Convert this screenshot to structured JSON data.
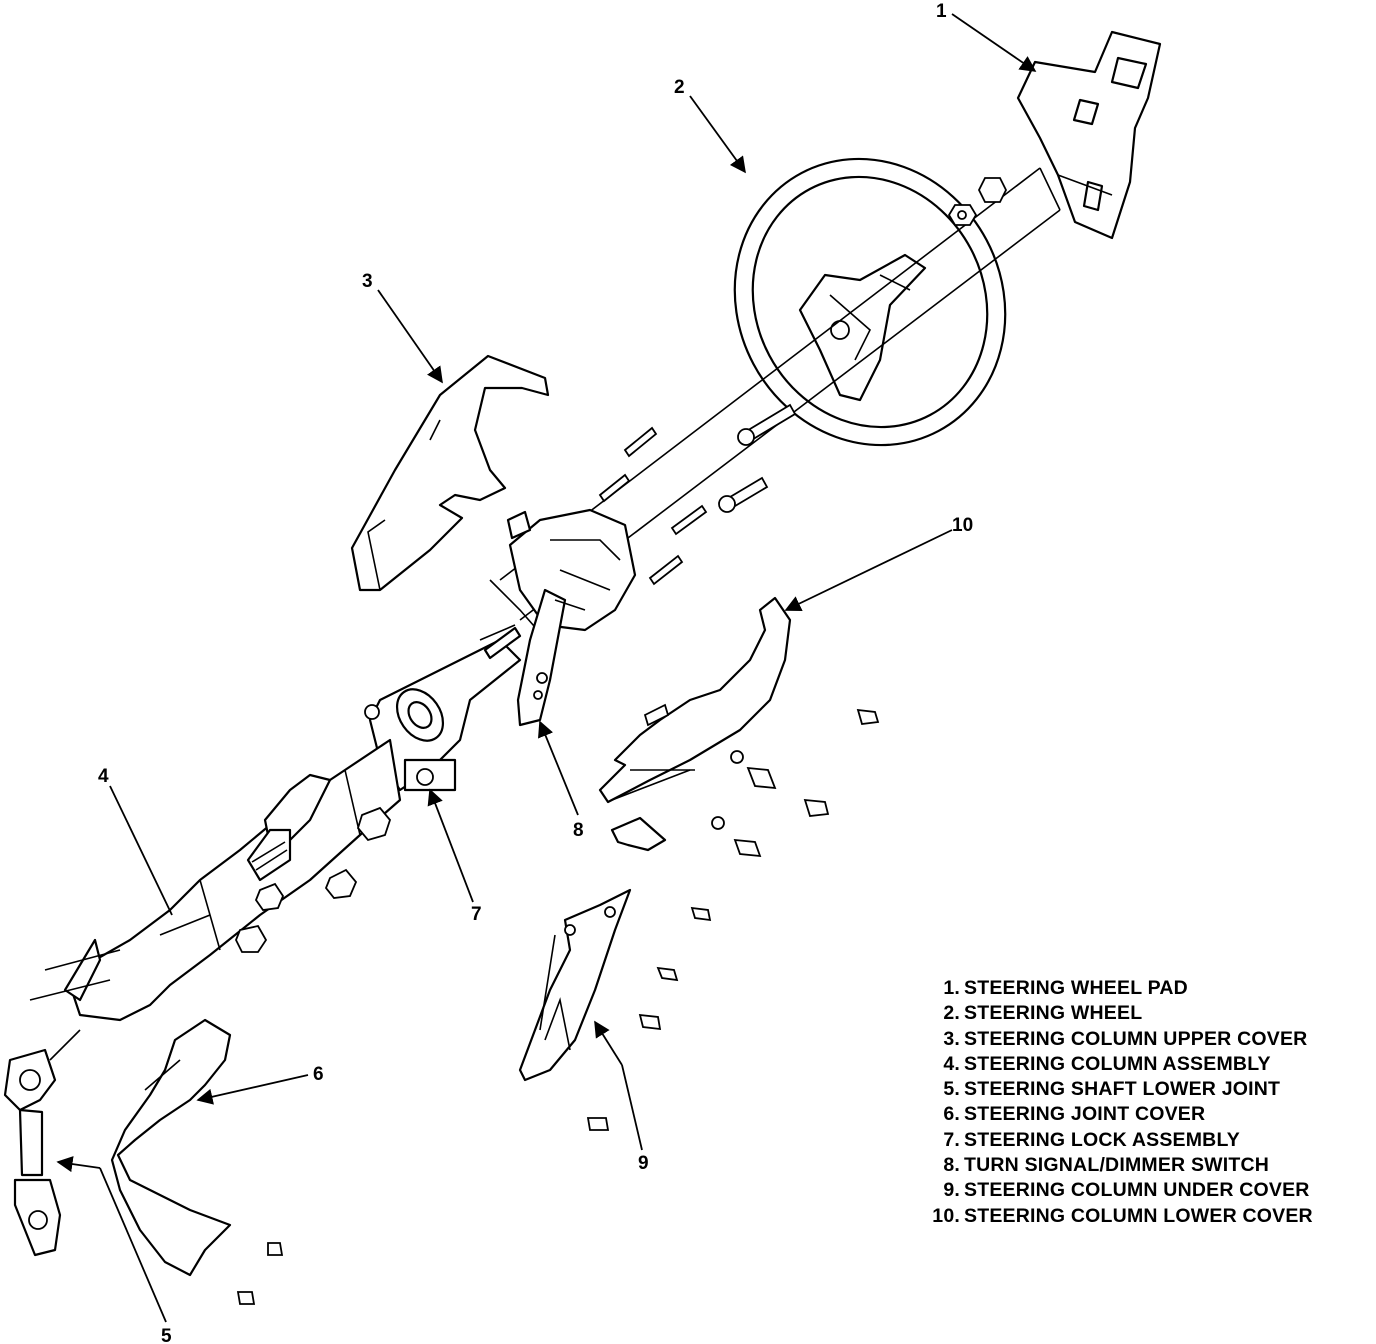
{
  "callouts": [
    {
      "num": "1"
    },
    {
      "num": "2"
    },
    {
      "num": "3"
    },
    {
      "num": "4"
    },
    {
      "num": "5"
    },
    {
      "num": "6"
    },
    {
      "num": "7"
    },
    {
      "num": "8"
    },
    {
      "num": "9"
    },
    {
      "num": "10"
    }
  ],
  "legend": [
    {
      "num": "1.",
      "label": "STEERING WHEEL PAD"
    },
    {
      "num": "2.",
      "label": "STEERING WHEEL"
    },
    {
      "num": "3.",
      "label": "STEERING COLUMN UPPER COVER"
    },
    {
      "num": "4.",
      "label": "STEERING COLUMN ASSEMBLY"
    },
    {
      "num": "5.",
      "label": "STEERING SHAFT LOWER JOINT"
    },
    {
      "num": "6.",
      "label": "STEERING JOINT COVER"
    },
    {
      "num": "7.",
      "label": "STEERING LOCK ASSEMBLY"
    },
    {
      "num": "8.",
      "label": "TURN SIGNAL/DIMMER SWITCH"
    },
    {
      "num": "9.",
      "label": "STEERING COLUMN UNDER COVER"
    },
    {
      "num": "10.",
      "label": "STEERING COLUMN LOWER COVER"
    }
  ]
}
